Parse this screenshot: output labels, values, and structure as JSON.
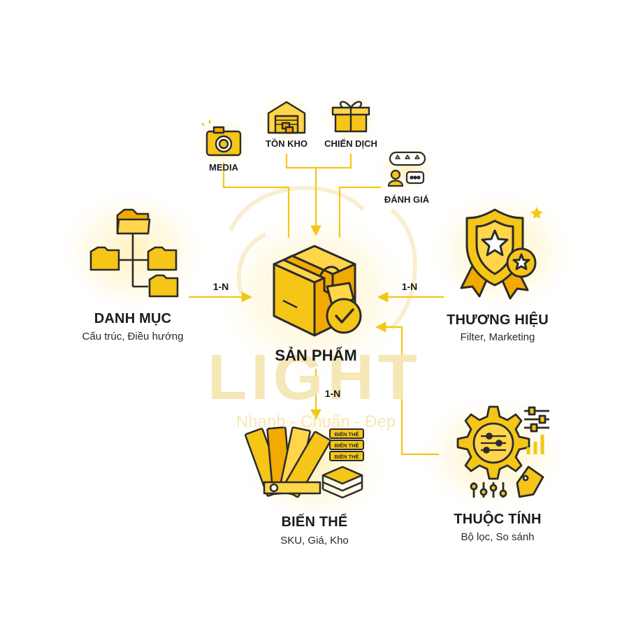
{
  "watermark": {
    "brand": "LIGHT",
    "tagline": "Nhanh - Chuẩn - Đẹp"
  },
  "center": {
    "title": "SẢN PHẨM"
  },
  "nodes": {
    "danh_muc": {
      "title": "DANH MỤC",
      "subtitle": "Cấu trúc, Điều hướng"
    },
    "thuong_hieu": {
      "title": "THƯƠNG HIỆU",
      "subtitle": "Filter, Marketing"
    },
    "bien_the": {
      "title": "BIẾN THỂ",
      "subtitle": "SKU, Giá, Kho"
    },
    "thuoc_tinh": {
      "title": "THUỘC TÍNH",
      "subtitle": "Bộ lọc, So sánh"
    },
    "media": {
      "title": "MEDIA"
    },
    "ton_kho": {
      "title": "TỒN KHO"
    },
    "chien_dich": {
      "title": "CHIẾN DỊCH"
    },
    "danh_gia": {
      "title": "ĐÁNH GIÁ"
    }
  },
  "relations": {
    "danh_muc": "1-N",
    "thuong_hieu": "1-N",
    "bien_the": "1-N"
  },
  "variant_tag": "BIẾN THỂ",
  "colors": {
    "accent": "#f5c518",
    "dark": "#f2a900",
    "outline": "#2b2b2b",
    "glow": "#fff3c4"
  },
  "icons": [
    "folder-tree-icon",
    "box-icon",
    "shield-star-icon",
    "color-swatch-icon",
    "gear-sliders-icon",
    "camera-icon",
    "warehouse-icon",
    "gift-icon",
    "review-icon"
  ]
}
